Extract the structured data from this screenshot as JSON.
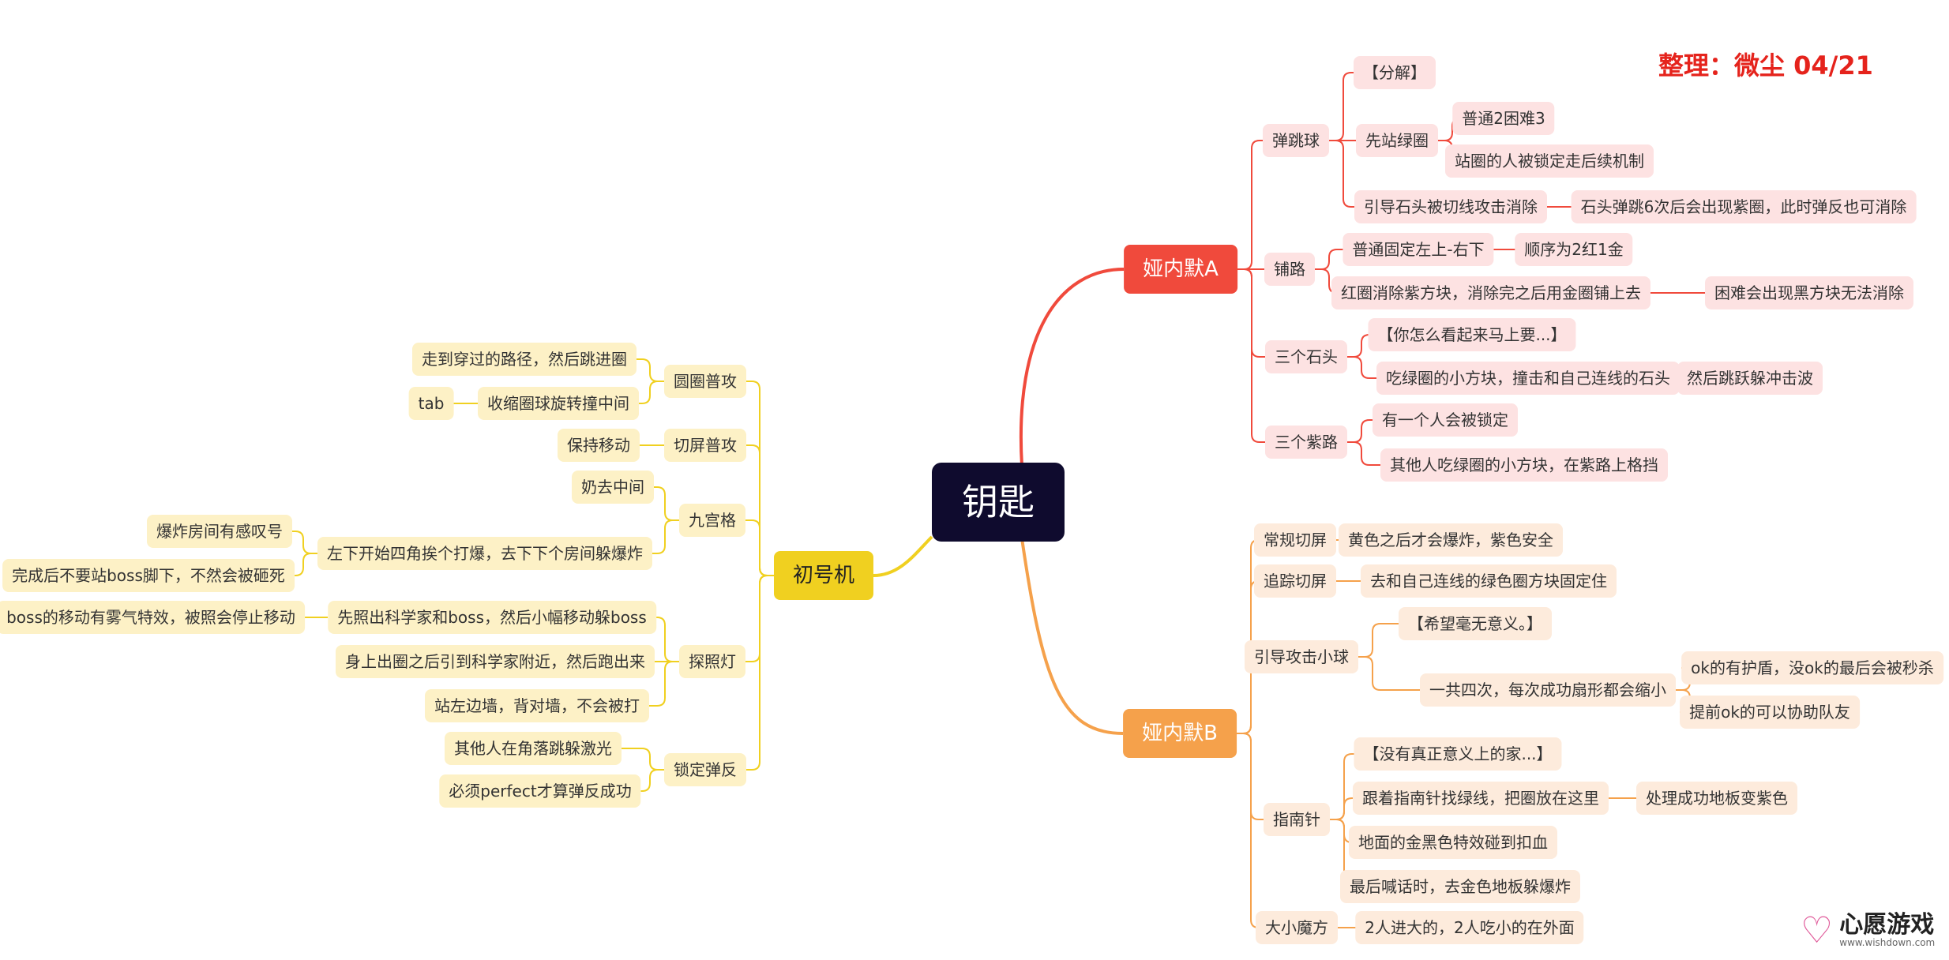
{
  "credit": "整理：微尘  04/21",
  "root": "钥匙",
  "watermark": {
    "brand": "心愿游戏",
    "url": "www.wishdown.com",
    "mark": "wish"
  },
  "colors": {
    "red": "#f04a3c",
    "orange": "#f5a14b",
    "yellow": "#f0d020",
    "root": "#0f0b2e"
  },
  "branches": [
    {
      "label": "娅内默A",
      "color": "red",
      "children": [
        {
          "label": "弹跳球",
          "children": [
            {
              "label": "【分解】"
            },
            {
              "label": "先站绿圈",
              "children": [
                {
                  "label": "普通2困难3"
                },
                {
                  "label": "站圈的人被锁定走后续机制"
                }
              ]
            },
            {
              "label": "引导石头被切线攻击消除",
              "children": [
                {
                  "label": "石头弹跳6次后会出现紫圈，此时弹反也可消除"
                }
              ]
            }
          ]
        },
        {
          "label": "铺路",
          "children": [
            {
              "label": "普通固定左上-右下",
              "children": [
                {
                  "label": "顺序为2红1金"
                }
              ]
            },
            {
              "label": "红圈消除紫方块，消除完之后用金圈铺上去",
              "children": [
                {
                  "label": "困难会出现黑方块无法消除"
                }
              ]
            }
          ]
        },
        {
          "label": "三个石头",
          "children": [
            {
              "label": "【你怎么看起来马上要...】"
            },
            {
              "label": "吃绿圈的小方块，撞击和自己连线的石头",
              "children": [
                {
                  "label": "然后跳跃躲冲击波"
                }
              ]
            }
          ]
        },
        {
          "label": "三个紫路",
          "children": [
            {
              "label": "有一个人会被锁定"
            },
            {
              "label": "其他人吃绿圈的小方块，在紫路上格挡"
            }
          ]
        }
      ]
    },
    {
      "label": "娅内默B",
      "color": "orange",
      "children": [
        {
          "label": "常规切屏",
          "children": [
            {
              "label": "黄色之后才会爆炸，紫色安全"
            }
          ]
        },
        {
          "label": "追踪切屏",
          "children": [
            {
              "label": "去和自己连线的绿色圈方块固定住"
            }
          ]
        },
        {
          "label": "引导攻击小球",
          "children": [
            {
              "label": "【希望毫无意义。】"
            },
            {
              "label": "一共四次，每次成功扇形都会缩小",
              "children": [
                {
                  "label": "ok的有护盾，没ok的最后会被秒杀"
                },
                {
                  "label": "提前ok的可以协助队友"
                }
              ]
            }
          ]
        },
        {
          "label": "指南针",
          "children": [
            {
              "label": "【没有真正意义上的家...】"
            },
            {
              "label": "跟着指南针找绿线，把圈放在这里",
              "children": [
                {
                  "label": "处理成功地板变紫色"
                }
              ]
            },
            {
              "label": "地面的金黑色特效碰到扣血"
            },
            {
              "label": "最后喊话时，去金色地板躲爆炸"
            }
          ]
        },
        {
          "label": "大小魔方",
          "children": [
            {
              "label": "2人进大的，2人吃小的在外面"
            }
          ]
        }
      ]
    },
    {
      "label": "初号机",
      "color": "yellow",
      "children": [
        {
          "label": "圆圈普攻",
          "children": [
            {
              "label": "走到穿过的路径，然后跳进圈"
            },
            {
              "label": "收缩圈球旋转撞中间",
              "children": [
                {
                  "label": "tab"
                }
              ]
            }
          ]
        },
        {
          "label": "切屏普攻",
          "children": [
            {
              "label": "保持移动"
            }
          ]
        },
        {
          "label": "九宫格",
          "children": [
            {
              "label": "奶去中间"
            },
            {
              "label": "左下开始四角挨个打爆，去下下个房间躲爆炸",
              "children": [
                {
                  "label": "爆炸房间有感叹号"
                },
                {
                  "label": "完成后不要站boss脚下，不然会被砸死"
                }
              ]
            }
          ]
        },
        {
          "label": "探照灯",
          "children": [
            {
              "label": "先照出科学家和boss，然后小幅移动躲boss",
              "children": [
                {
                  "label": "boss的移动有雾气特效，被照会停止移动"
                }
              ]
            },
            {
              "label": "身上出圈之后引到科学家附近，然后跑出来"
            },
            {
              "label": "站左边墙，背对墙，不会被打"
            }
          ]
        },
        {
          "label": "锁定弹反",
          "children": [
            {
              "label": "其他人在角落跳躲激光"
            },
            {
              "label": "必须perfect才算弹反成功"
            }
          ]
        }
      ]
    }
  ]
}
